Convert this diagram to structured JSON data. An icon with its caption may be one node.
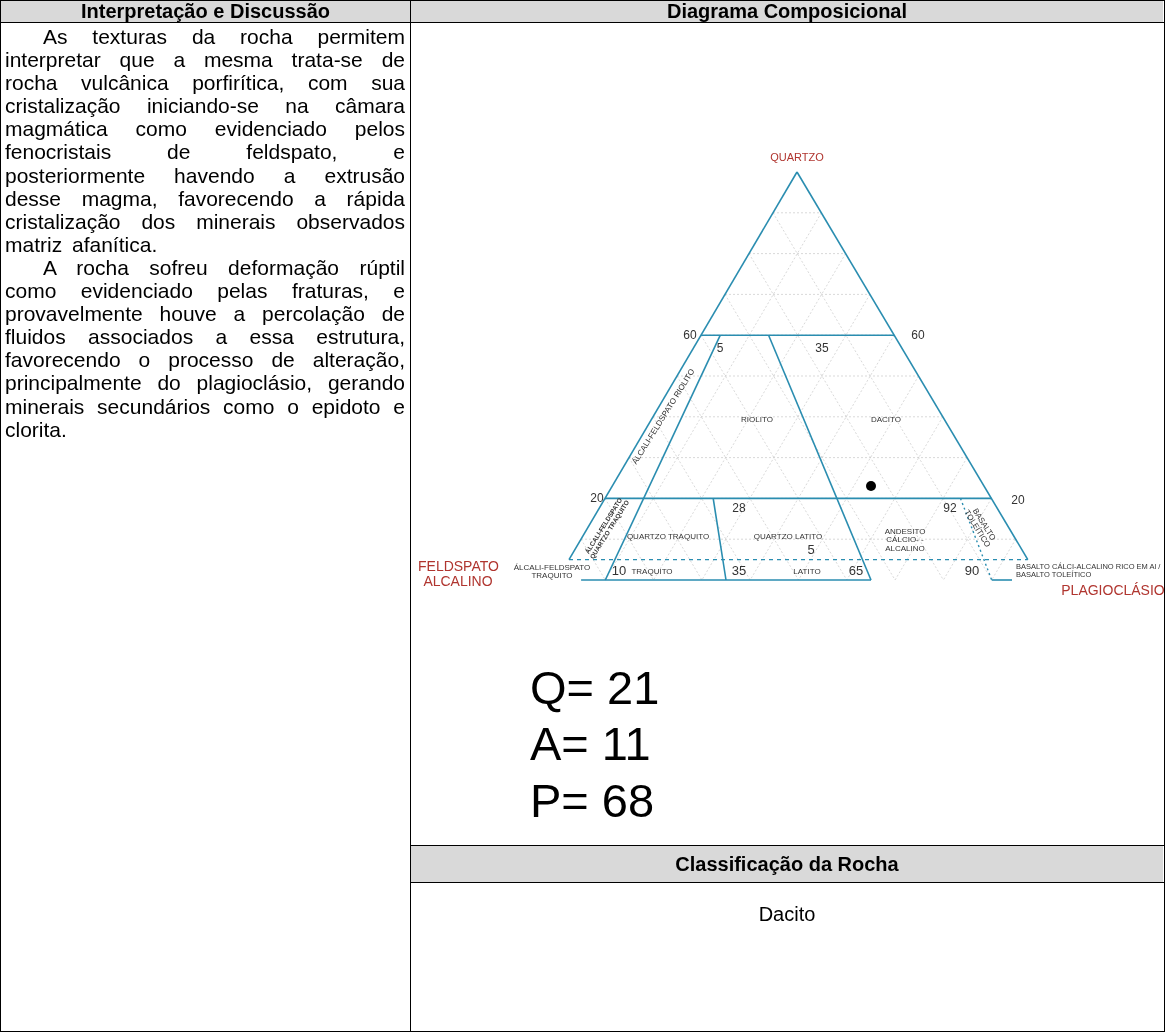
{
  "diagram": {
    "labels": [
      "Interpretação e Discussão",
      "Diagrama Composicional",
      "As texturas da rocha permitem interpretar que a mesma trata-se de rocha vulcânica porfirítica, com sua cristalização iniciando-se na câmara magmática como evidenciado pelos fenocristais de feldspato, e posteriormente havendo a extrusão desse magma, favorecendo a rápida cristalização dos minerais observados matriz afanítica.",
      "A rocha sofreu deformação rúptil como evidenciado pelas fraturas, e provavelmente houve a percolação de fluidos associados a essa estrutura, favorecendo o processo de alteração, principalmente do plagioclásio, gerando minerais secundários como o epidoto e clorita.",
      "QUARTZO",
      "60",
      "60",
      "5",
      "35",
      "ÁLCALI-FELDSPATO RIOLITO",
      "RIOLITO",
      "DACITO",
      "20",
      "28",
      "92",
      "20",
      "ÁLCALI-FELDSPATO QUARTZO TRAQUITO",
      "QUARTZO TRAQUITO",
      "QUARTZO LATITO",
      "ANDESITO CÁLCIO- -ALCALINO",
      "BASALTO TOLEÍTICO",
      "FELDSPATO ALCALINO",
      "ÁLCALI-FELDSPATO TRAQUITO",
      "10",
      "TRAQUITO",
      "35",
      "5",
      "LATITO",
      "65",
      "90",
      "BASALTO CÁLCI-ALCALINO RICO EM Al / BASALTO TOLEÍTICO",
      "PLAGIOCLÁSIO",
      "Q= 21",
      "A= 11",
      "P= 68",
      "Classificação da Rocha",
      "Dacito"
    ]
  }
}
